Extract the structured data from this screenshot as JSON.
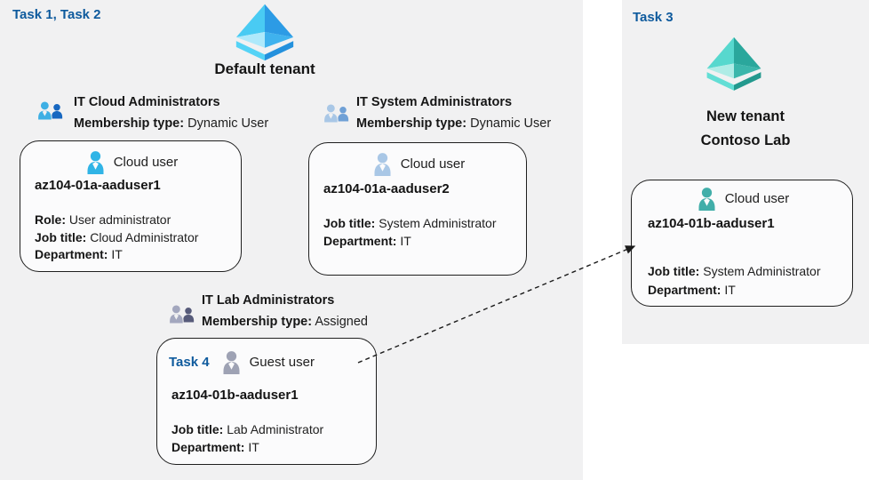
{
  "labels": {
    "task12": "Task 1, Task 2",
    "task3": "Task 3",
    "task4": "Task 4"
  },
  "default_tenant": {
    "name": "Default tenant"
  },
  "new_tenant": {
    "line1": "New tenant",
    "line2": "Contoso Lab"
  },
  "groups": {
    "cloud": {
      "title": "IT Cloud Administrators",
      "membership_label": "Membership type:",
      "membership_value": "Dynamic User"
    },
    "system": {
      "title": "IT System Administrators",
      "membership_label": "Membership type:",
      "membership_value": "Dynamic User"
    },
    "lab": {
      "title": "IT Lab Administrators",
      "membership_label": "Membership type:",
      "membership_value": "Assigned"
    }
  },
  "cards": {
    "cloud1": {
      "type_label": "Cloud user",
      "username": "az104-01a-aaduser1",
      "role_label": "Role:",
      "role": "User administrator",
      "job_label": "Job title:",
      "job": "Cloud Administrator",
      "dept_label": "Department:",
      "dept": "IT"
    },
    "cloud2": {
      "type_label": "Cloud user",
      "username": "az104-01a-aaduser2",
      "job_label": "Job title:",
      "job": "System Administrator",
      "dept_label": "Department:",
      "dept": "IT"
    },
    "guest": {
      "type_label": "Guest user",
      "username": "az104-01b-aaduser1",
      "job_label": "Job title:",
      "job": "Lab Administrator",
      "dept_label": "Department:",
      "dept": "IT"
    },
    "new_user": {
      "type_label": "Cloud user",
      "username": "az104-01b-aaduser1",
      "job_label": "Job title:",
      "job": "System Administrator",
      "dept_label": "Department:",
      "dept": "IT"
    }
  },
  "colors": {
    "panel_bg": "#f1f1f2",
    "task_label_blue": "#0e5a9d",
    "tenant_icon_blue": "#2c9be5",
    "tenant_icon_teal": "#2aa79c",
    "cloud_user_icon": "#30b4e6",
    "steel_user_icon": "#a9c7e6",
    "guest_user_icon": "#9ea2b4",
    "teal_user_icon": "#41aea9"
  }
}
